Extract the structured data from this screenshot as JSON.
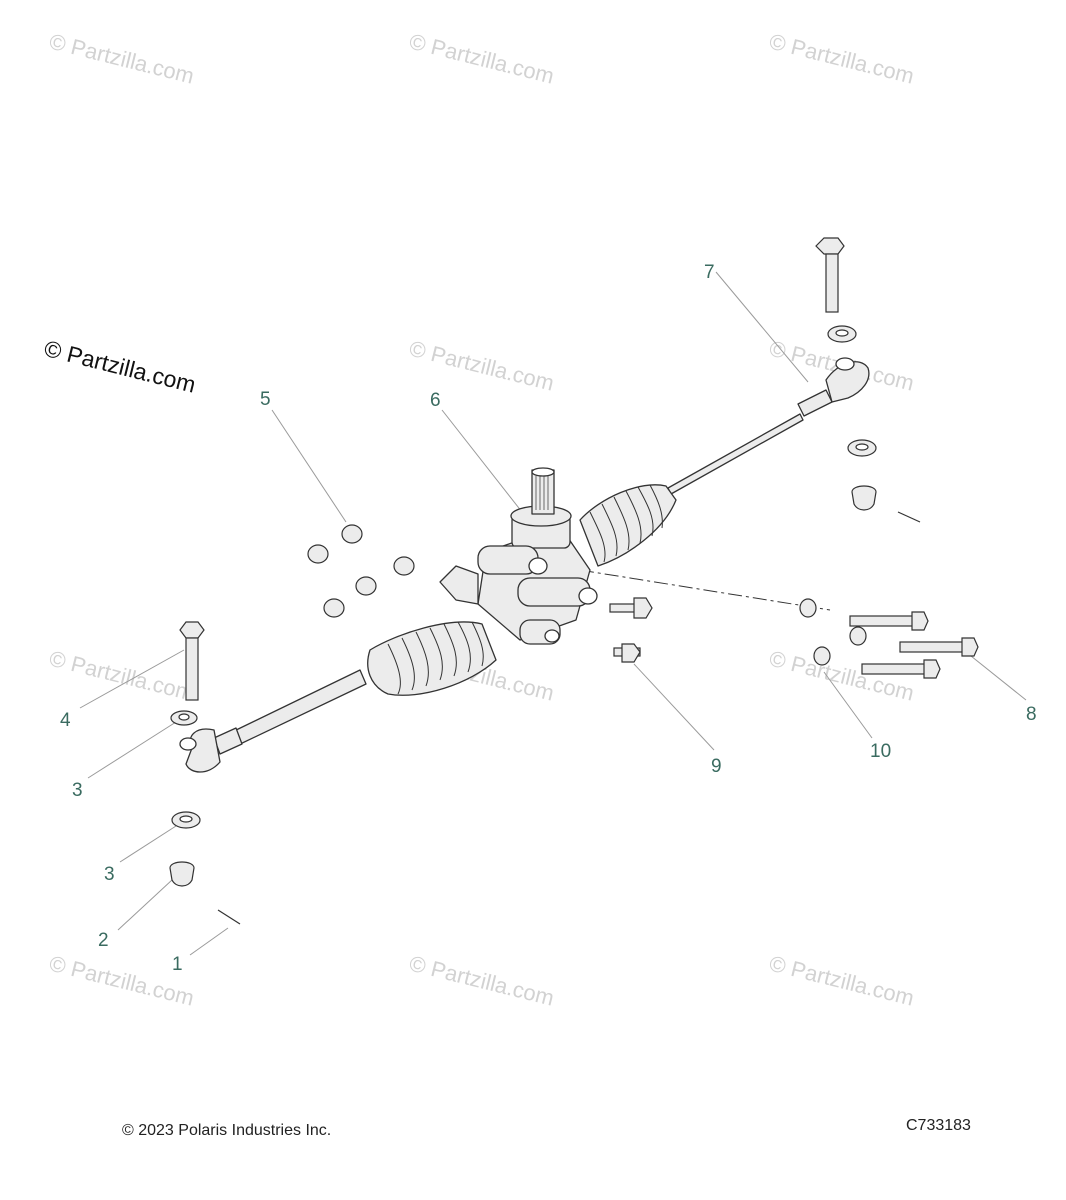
{
  "watermark": {
    "text": "© Partzilla.com",
    "brand_text": "© Partzilla.com"
  },
  "footer": {
    "copyright": "© 2023 Polaris Industries Inc.",
    "diagram_code": "C733183"
  },
  "callouts": [
    {
      "number": "1",
      "part": "cotter-pin"
    },
    {
      "number": "2",
      "part": "castle-nut"
    },
    {
      "number": "3",
      "part": "washer-upper"
    },
    {
      "number": "3",
      "part": "washer-lower"
    },
    {
      "number": "4",
      "part": "tie-rod-bolt"
    },
    {
      "number": "5",
      "part": "flange-nut"
    },
    {
      "number": "6",
      "part": "steering-rack"
    },
    {
      "number": "7",
      "part": "tie-rod-end"
    },
    {
      "number": "8",
      "part": "mounting-bolt"
    },
    {
      "number": "9",
      "part": "flange-bolt"
    },
    {
      "number": "10",
      "part": "washer"
    }
  ],
  "colors": {
    "line": "#333333",
    "leader": "#9a9a9a",
    "callout_text": "#3a6b60",
    "part_fill": "#ececec",
    "watermark": "#d0d0d0"
  }
}
